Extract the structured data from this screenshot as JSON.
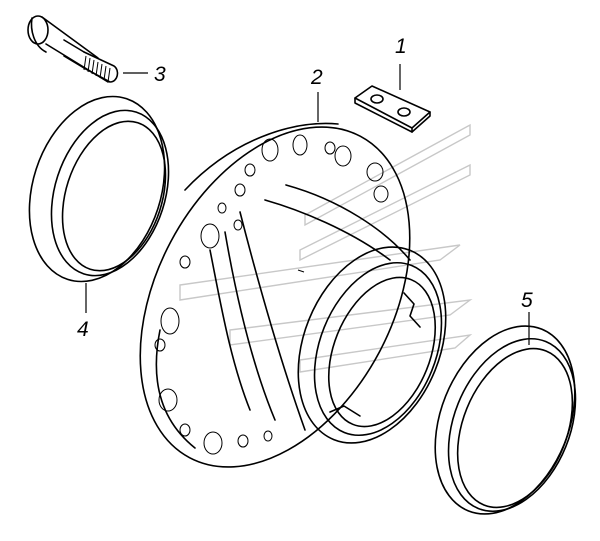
{
  "callouts": {
    "c1": "1",
    "c2": "2",
    "c3": "3",
    "c4": "4",
    "c5": "5"
  },
  "parts": {
    "p1": "plate-icon",
    "p2": "wheel-hub-icon",
    "p3": "stud-bolt-icon",
    "p4": "bearing-ring-icon",
    "p5": "bearing-ring-icon"
  },
  "colors": {
    "line": "#000000",
    "background": "#ffffff",
    "watermark": "#c8c8c8"
  }
}
